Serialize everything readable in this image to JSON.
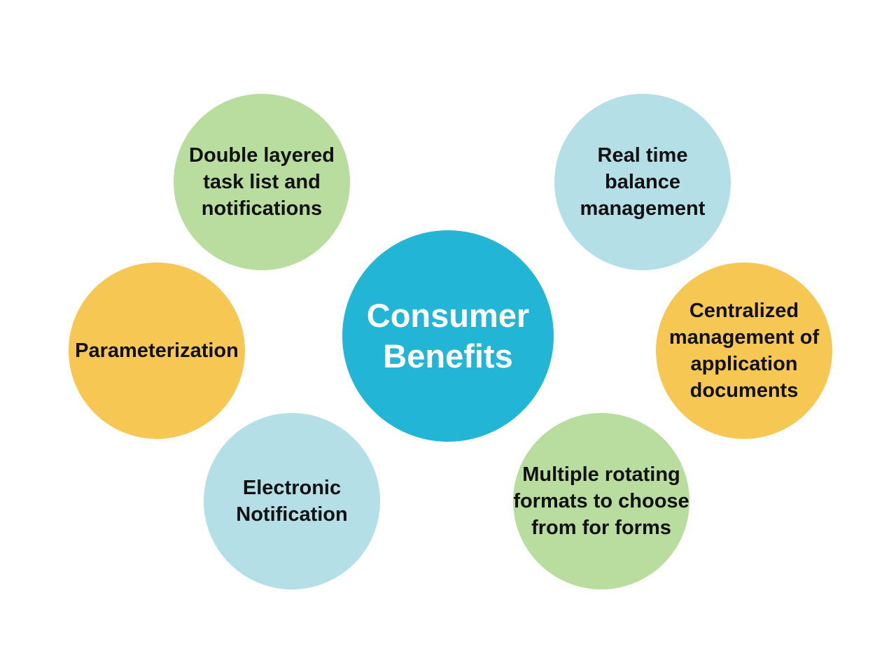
{
  "diagram": {
    "center": {
      "text": "Consumer\nBenefits",
      "color": "#22b5d5"
    },
    "nodes": [
      {
        "id": "task",
        "text": "Double layered\ntask list and\nnotifications",
        "color": "#b8dd9f"
      },
      {
        "id": "param",
        "text": "Parameterization",
        "color": "#f6c853"
      },
      {
        "id": "elec",
        "text": "Electronic\nNotification",
        "color": "#b5dfe7"
      },
      {
        "id": "real",
        "text": "Real time\nbalance\nmanagement",
        "color": "#b5dfe7"
      },
      {
        "id": "cent",
        "text": "Centralized\nmanagement of\napplication\ndocuments",
        "color": "#f6c853"
      },
      {
        "id": "multi",
        "text": "Multiple rotating\nformats to choose\nfrom for forms",
        "color": "#b8dd9f"
      }
    ]
  }
}
